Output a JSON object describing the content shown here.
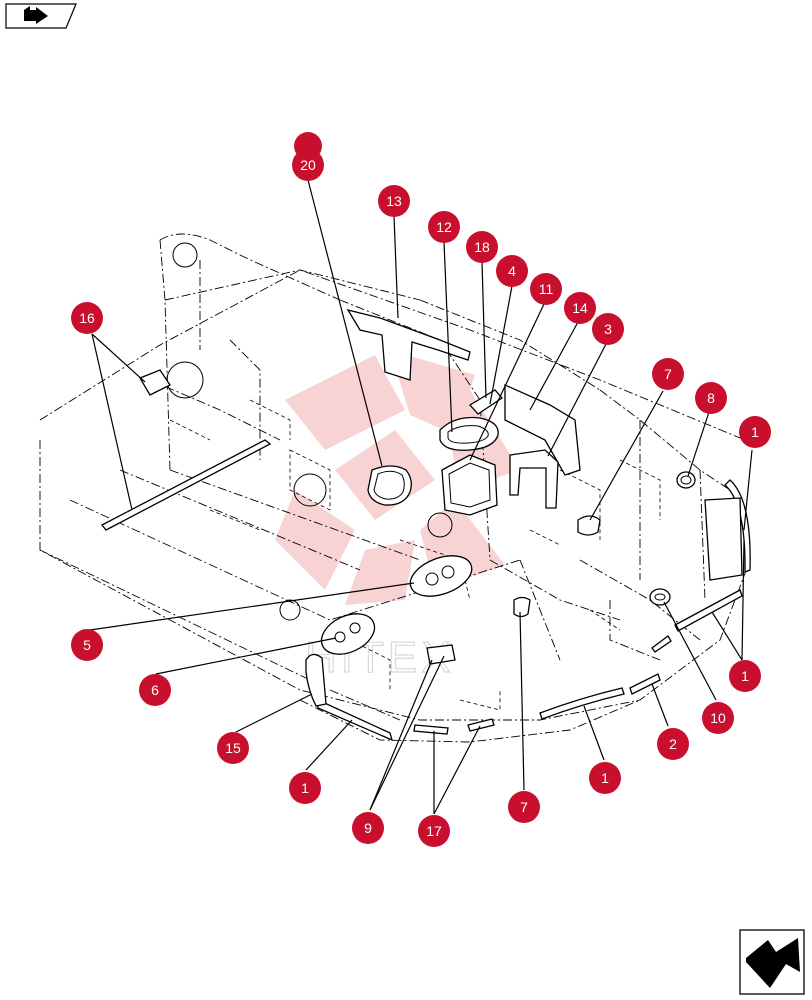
{
  "callouts": [
    {
      "label": "20"
    },
    {
      "label": "13"
    },
    {
      "label": "12"
    },
    {
      "label": "18"
    },
    {
      "label": "4"
    },
    {
      "label": "11"
    },
    {
      "label": "14"
    },
    {
      "label": "3"
    },
    {
      "label": "16"
    },
    {
      "label": "7"
    },
    {
      "label": "8"
    },
    {
      "label": "1"
    },
    {
      "label": "1"
    },
    {
      "label": "10"
    },
    {
      "label": "2"
    },
    {
      "label": "1"
    },
    {
      "label": "7"
    },
    {
      "label": "17"
    },
    {
      "label": "9"
    },
    {
      "label": "1"
    },
    {
      "label": "15"
    },
    {
      "label": "6"
    },
    {
      "label": "5"
    }
  ],
  "watermark": {
    "text": "HITEX"
  },
  "colors": {
    "callout": "#c8102e",
    "watermark": "#f4b0b0",
    "line": "#000000"
  },
  "icons": {
    "top_left": "arrow-right-icon",
    "bottom_right": "next-page-arrow-icon"
  }
}
